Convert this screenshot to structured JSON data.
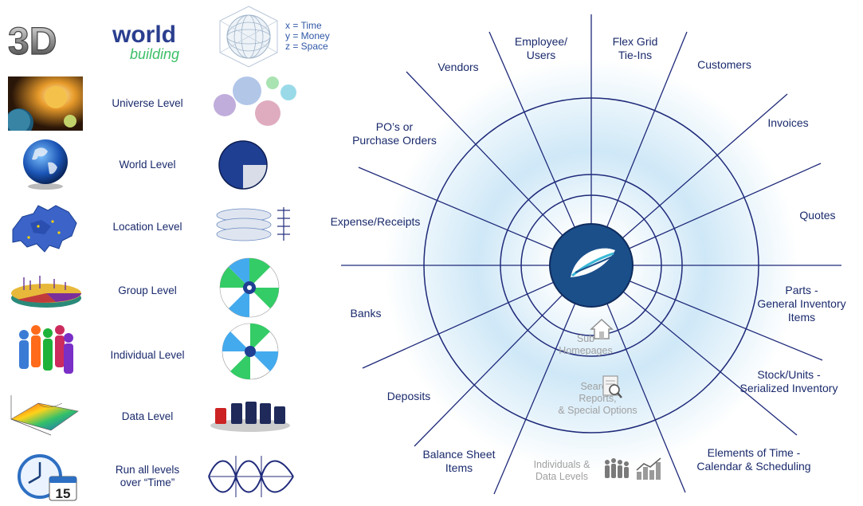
{
  "logo": {
    "main": "3D",
    "word": "world",
    "sub": "building"
  },
  "axes_legend": [
    "x = Time",
    "y = Money",
    "z = Space"
  ],
  "levels": [
    {
      "label": "Universe Level",
      "icon": "galaxy-icon",
      "glyph": "spheres-icon"
    },
    {
      "label": "World Level",
      "icon": "globe-icon",
      "glyph": "sphere-cutaway-icon"
    },
    {
      "label": "Location Level",
      "icon": "europe-map-icon",
      "glyph": "grid-layers-icon"
    },
    {
      "label": "Group Level",
      "icon": "pie-chart-3d-icon",
      "glyph": "radial-green-icon"
    },
    {
      "label": "Individual Level",
      "icon": "people-icon",
      "glyph": "radial-green-small-icon"
    },
    {
      "label": "Data Level",
      "icon": "surface-plot-icon",
      "glyph": "cups-icon"
    },
    {
      "label": "Run all levels\nover “Time”",
      "icon": "clock-calendar-icon",
      "glyph": "waveform-icon",
      "calendar_day": "15"
    }
  ],
  "spokes": {
    "vendors": "Vendors",
    "employee": "Employee/\nUsers",
    "flexgrid": "Flex Grid\nTie-Ins",
    "customers": "Customers",
    "pos": "PO’s or\nPurchase Orders",
    "invoices": "Invoices",
    "expense": "Expense/Receipts",
    "quotes": "Quotes",
    "parts": "Parts -\nGeneral Inventory\nItems",
    "banks": "Banks",
    "stock": "Stock/Units -\nSerialized Inventory",
    "deposits": "Deposits",
    "elements": "Elements of Time -\nCalendar & Scheduling",
    "balance": "Balance Sheet\nItems"
  },
  "inner": {
    "sub_homepages": "Sub\nHomepages",
    "search": "Search,\nReports,\n& Special Options",
    "individuals": "Individuals &\nData Levels"
  },
  "colors": {
    "navy": "#1f2a7a",
    "hub": "#1b4f8a",
    "green": "#33cc66",
    "label": "#1a2a6c",
    "gray": "#a9a9a9"
  }
}
